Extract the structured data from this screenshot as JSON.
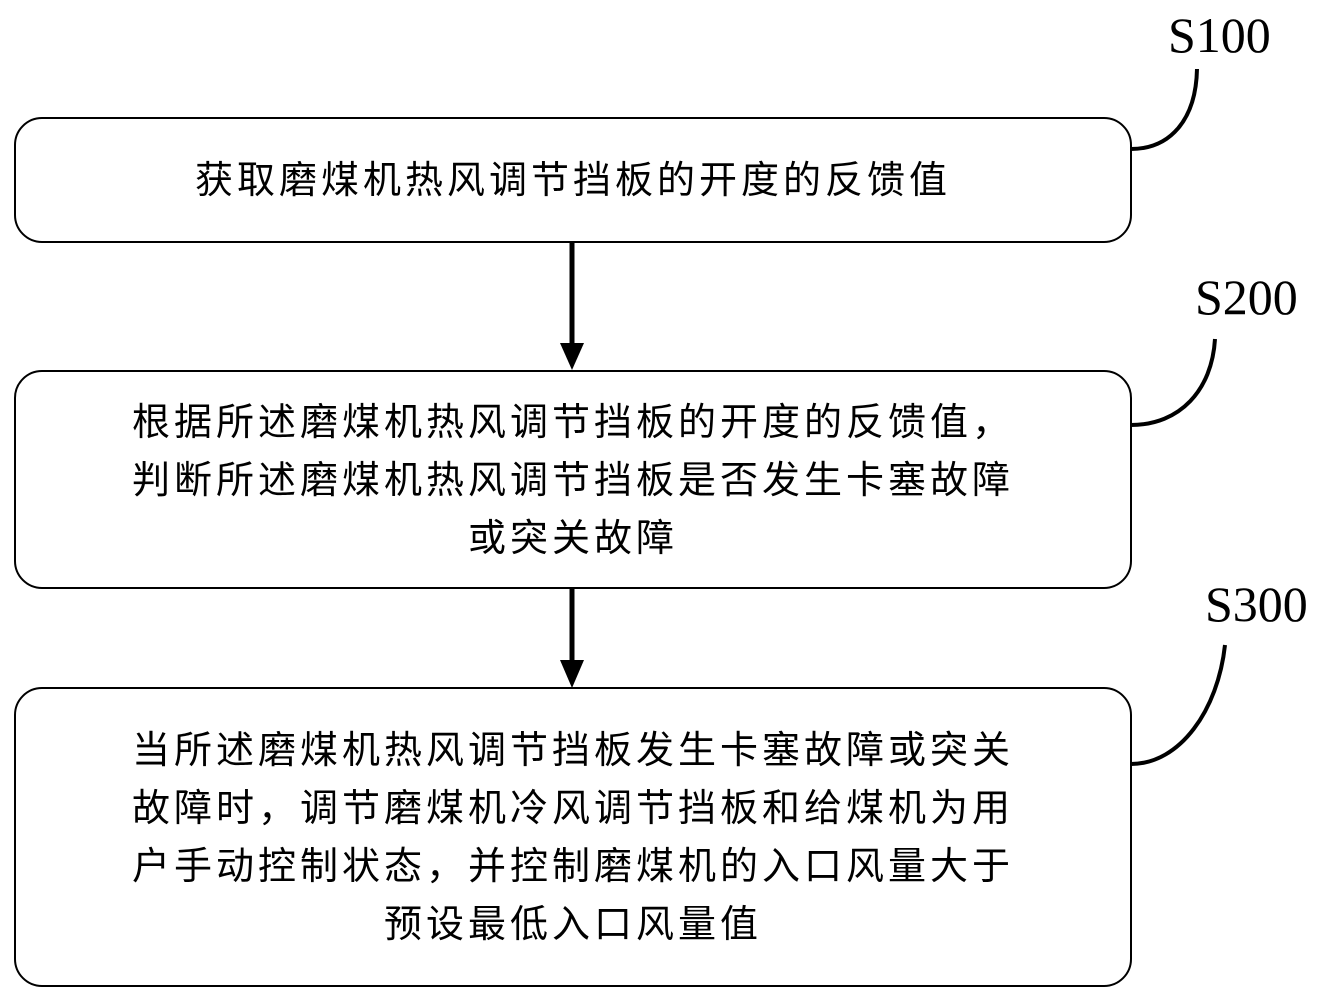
{
  "diagram": {
    "type": "flowchart",
    "steps": [
      {
        "label": "S100",
        "text": "获取磨煤机热风调节挡板的开度的反馈值"
      },
      {
        "label": "S200",
        "text": "根据所述磨煤机热风调节挡板的开度的反馈值，\n判断所述磨煤机热风调节挡板是否发生卡塞故障\n或突关故障"
      },
      {
        "label": "S300",
        "text": "当所述磨煤机热风调节挡板发生卡塞故障或突关\n故障时，调节磨煤机冷风调节挡板和给煤机为用\n户手动控制状态，并控制磨煤机的入口风量大于\n预设最低入口风量值"
      }
    ],
    "connections": [
      {
        "from": "S100",
        "to": "S200"
      },
      {
        "from": "S200",
        "to": "S300"
      }
    ]
  }
}
